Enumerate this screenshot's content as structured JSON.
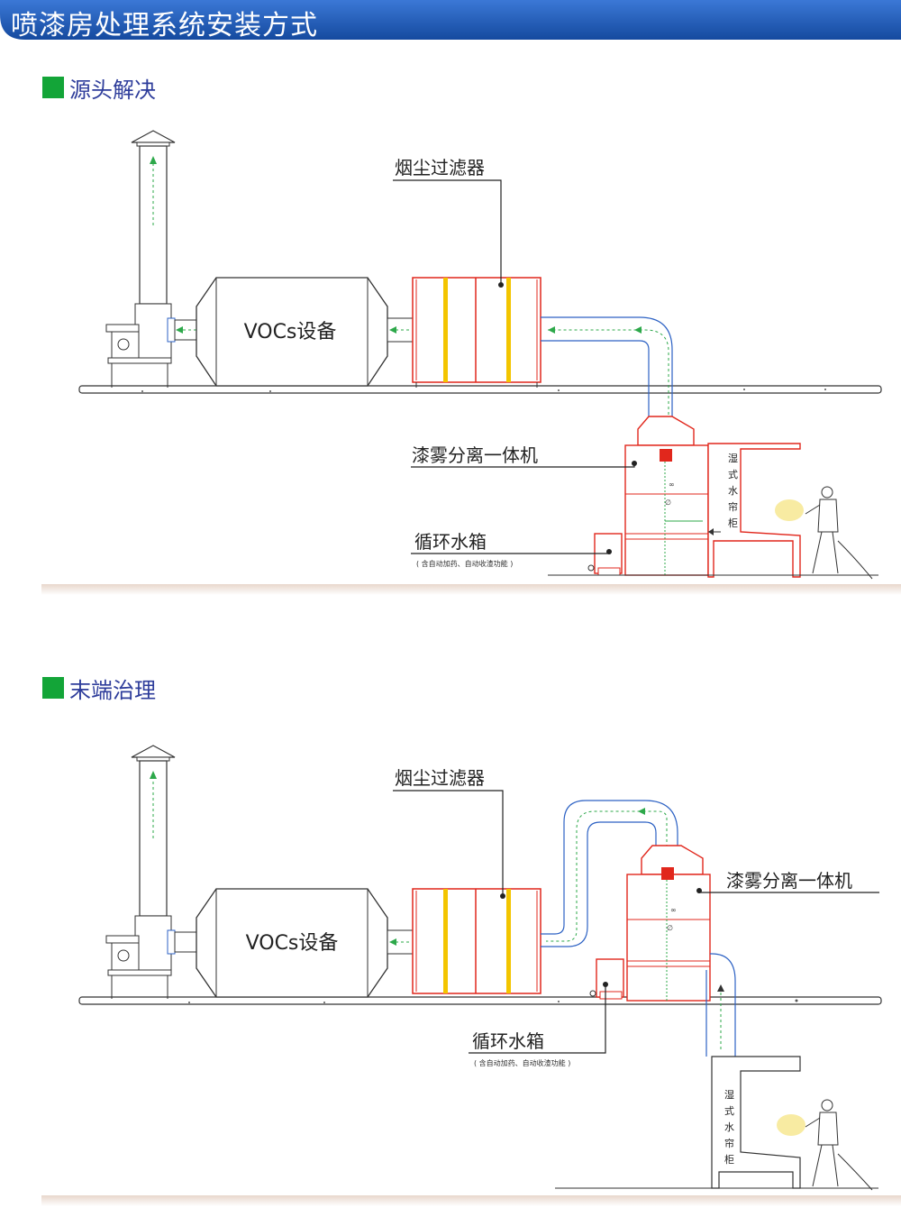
{
  "page": {
    "title": "喷漆房处理系统安装方式"
  },
  "colors": {
    "header_blue": "#1f59b3",
    "accent_green": "#13a538",
    "section_text": "#2e3d9b",
    "duct_blue": "#2d62c4",
    "equipment_red": "#e1271c",
    "filter_yellow": "#f3c500",
    "flow_arrow_green": "#2da84a",
    "floor_shadow": "#eadcd2"
  },
  "sections": [
    {
      "title": "源头解决",
      "labels": {
        "vocs": "VOCs设备",
        "dust_filter": "烟尘过滤器",
        "paint_mist": "漆雾分离一体机",
        "water_tank": "循环水箱",
        "water_tank_note": "( 含自动加药、自动收渣功能 )",
        "water_curtain": [
          "湿",
          "式",
          "水",
          "帘",
          "柜"
        ]
      }
    },
    {
      "title": "末端治理",
      "labels": {
        "vocs": "VOCs设备",
        "dust_filter": "烟尘过滤器",
        "paint_mist": "漆雾分离一体机",
        "water_tank": "循环水箱",
        "water_tank_note": "( 含自动加药、自动收渣功能 )",
        "water_curtain": [
          "湿",
          "式",
          "水",
          "帘",
          "柜"
        ]
      }
    }
  ],
  "icons": [
    "flow-arrow-icon",
    "fan-icon",
    "painter-figure-icon",
    "spray-mist-icon"
  ]
}
